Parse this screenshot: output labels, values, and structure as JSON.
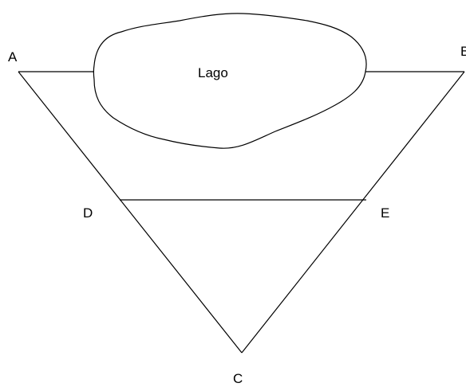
{
  "diagram": {
    "lake_label": "Lago",
    "points": {
      "A": "A",
      "B": "B",
      "C": "C",
      "D": "D",
      "E": "E"
    }
  },
  "colors": {
    "stroke": "#000000",
    "background": "#ffffff"
  }
}
